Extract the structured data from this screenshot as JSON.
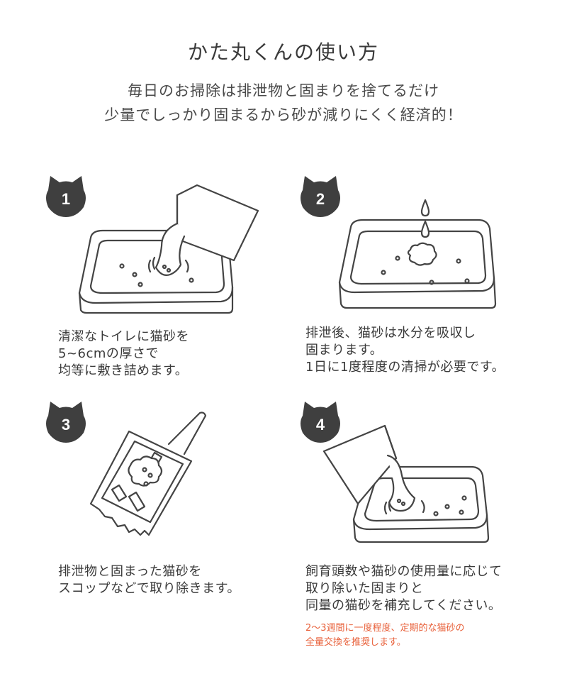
{
  "header": {
    "title": "かた丸くんの使い方",
    "subtitle_line1": "毎日のお掃除は排泄物と固まりを捨てるだけ",
    "subtitle_line2": "少量でしっかり固まるから砂が減りにくく経済的！"
  },
  "steps": [
    {
      "number": "1",
      "lines": [
        "清潔なトイレに猫砂を",
        "5~6cmの厚さで",
        "均等に敷き詰めます。"
      ]
    },
    {
      "number": "2",
      "lines": [
        "排泄後、猫砂は水分を吸収し",
        "固まります。",
        "1日に1度程度の清掃が必要です。"
      ]
    },
    {
      "number": "3",
      "lines": [
        "排泄物と固まった猫砂を",
        "スコップなどで取り除きます。"
      ]
    },
    {
      "number": "4",
      "lines": [
        "飼育頭数や猫砂の使用量に応じて",
        "取り除いた固まりと",
        "同量の猫砂を補充してください。"
      ],
      "note_lines": [
        "2～3週間に一度程度、定期的な猫砂の",
        "全量交換を推奨します。"
      ]
    }
  ],
  "colors": {
    "badge": "#3f3f3f",
    "note": "#e8603a",
    "line": "#444444"
  }
}
